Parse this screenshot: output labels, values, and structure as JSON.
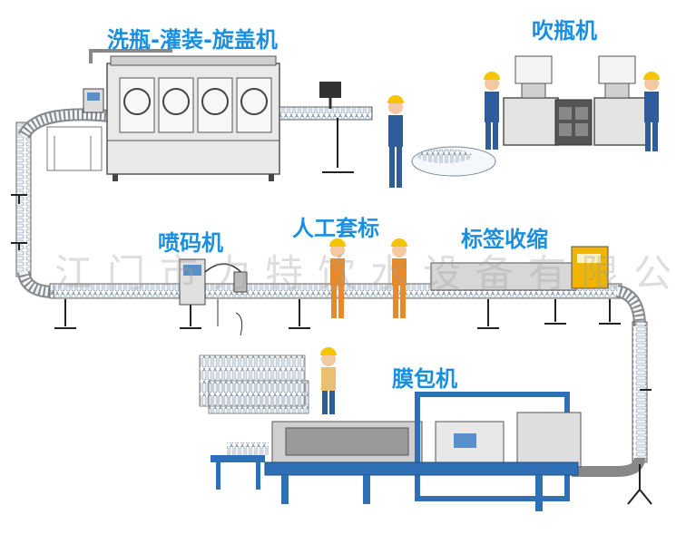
{
  "labels": {
    "wash_fill_cap": "洗瓶-灌装-旋盖机",
    "blow_molding": "吹瓶机",
    "inkjet_coder": "喷码机",
    "manual_sleeving": "人工套标",
    "label_shrink": "标签收缩",
    "film_wrapping": "膜包机"
  },
  "watermark": "江门市力特饮水设备有限公司",
  "colors": {
    "label_blue": "#1a8fe0",
    "machine_blue": "#2f6fb5",
    "machine_gray": "#d8d8d8",
    "worker_hat": "#f5c400",
    "worker_blue": "#2e5d9a",
    "worker_orange": "#e88a2a"
  },
  "icons": [
    "bottle-icon",
    "worker-icon",
    "machine-icon",
    "conveyor-icon"
  ]
}
